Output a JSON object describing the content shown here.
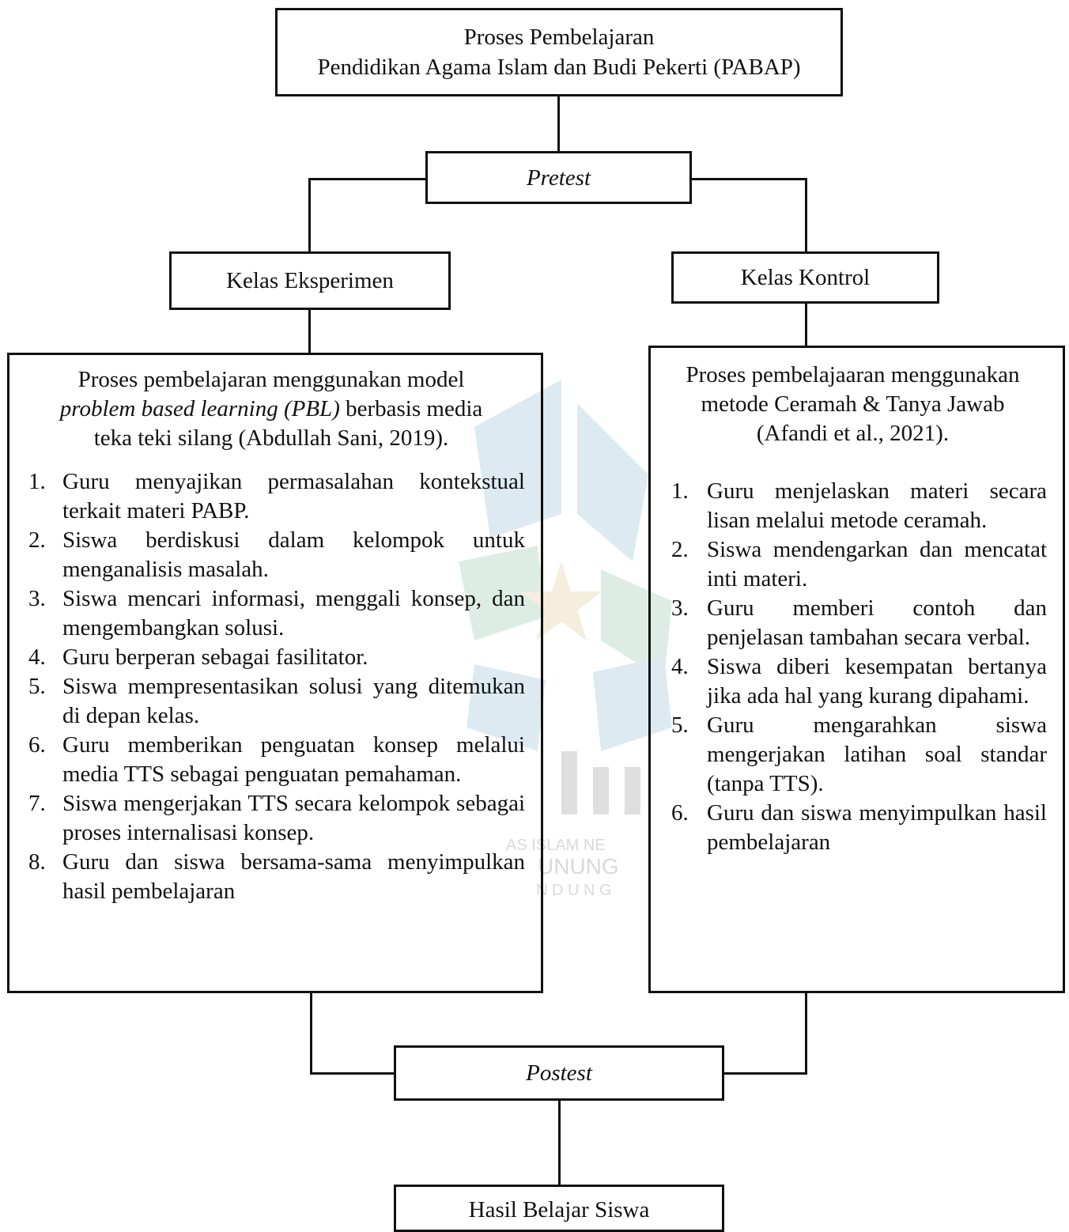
{
  "top": {
    "line1": "Proses Pembelajaran",
    "line2": "Pendidikan Agama Islam dan Budi Pekerti (PABAP)"
  },
  "pretest": "Pretest",
  "experiment_label": "Kelas Eksperimen",
  "control_label": "Kelas Kontrol",
  "experiment": {
    "title_line1": "Proses pembelajaran menggunakan model",
    "title_italic": "problem based learning (PBL)",
    "title_rest": " berbasis media",
    "title_line3": "teka teki silang (Abdullah Sani, 2019).",
    "steps": [
      {
        "n": "1.",
        "text": "Guru menyajikan permasalahan kontekstual terkait materi PABP."
      },
      {
        "n": "2.",
        "text": "Siswa berdiskusi dalam kelompok untuk menganalisis masalah."
      },
      {
        "n": "3.",
        "text": "Siswa mencari informasi, menggali konsep, dan mengembangkan solusi."
      },
      {
        "n": "4.",
        "text": "Guru berperan sebagai fasilitator."
      },
      {
        "n": "5.",
        "text": "Siswa mempresentasikan solusi yang ditemukan di depan kelas."
      },
      {
        "n": "6.",
        "text": "Guru memberikan penguatan konsep melalui media TTS sebagai penguatan pemahaman."
      },
      {
        "n": "7.",
        "text": "Siswa mengerjakan TTS secara kelompok sebagai proses internalisasi konsep."
      },
      {
        "n": "8.",
        "text": "Guru dan siswa bersama-sama menyimpulkan hasil pembelajaran"
      }
    ]
  },
  "control": {
    "title_line1": "Proses pembelajaaran menggunakan",
    "title_line2": "metode Ceramah & Tanya Jawab",
    "title_line3": "(Afandi et al., 2021).",
    "steps": [
      {
        "n": "1.",
        "text": "Guru menjelaskan materi secara lisan melalui metode ceramah."
      },
      {
        "n": "2.",
        "text": "Siswa mendengarkan dan mencatat inti materi."
      },
      {
        "n": "3.",
        "text": "Guru memberi contoh dan penjelasan tambahan secara verbal."
      },
      {
        "n": "4.",
        "text": "Siswa diberi kesempatan bertanya jika ada hal yang kurang dipahami."
      },
      {
        "n": "5.",
        "text": "Guru mengarahkan siswa mengerjakan latihan soal standar (tanpa TTS)."
      },
      {
        "n": "6.",
        "text": "Guru dan siswa menyimpulkan hasil pembelajaran"
      }
    ]
  },
  "postest": "Postest",
  "result": "Hasil Belajar Siswa",
  "watermark": {
    "line1": "AS ISLAM NE",
    "line2": "UNUNG",
    "line3": "N D U N G"
  }
}
